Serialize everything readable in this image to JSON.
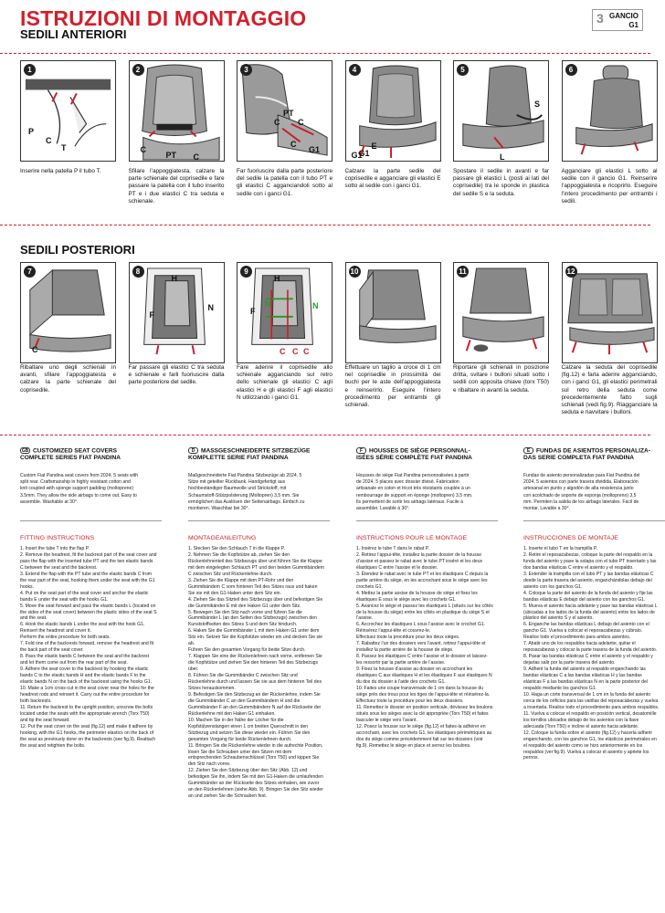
{
  "header": {
    "title": "ISTRUZIONI DI MONTAGGIO",
    "subtitle": "SEDILI ANTERIORI",
    "badge": "GANCIO\nG1",
    "badge_icon": "3"
  },
  "front_panels": [
    {
      "num": "1",
      "caption": "Inserire nella patella P il tubo T."
    },
    {
      "num": "2",
      "caption": "Sfilare l’appoggiatesta, calzare la parte schienale del coprisedile e fare passare la patella con il tubo inserito PT e i due elastici C tra seduta e schienale."
    },
    {
      "num": "3",
      "caption": "Far fuoriuscire dalla parte posteriore del sedile la patella con il tubo PT e gli elastici C agganciandoli sotto al sedile con i ganci G1."
    },
    {
      "num": "4",
      "caption": "Calzare la parte sedile del coprisedile e agganciare gli elastici E sotto al sedile con i ganci G1."
    },
    {
      "num": "5",
      "caption": "Spostare il sedile in avanti e far passare gli elastici L (posti ai lati del coprisedile) tra le sponde in plastica del sedile S e la seduta."
    },
    {
      "num": "6",
      "caption": "Agganciare gli elastici L sotto al sedile con il gancio G1. Reinserire l’appoggiatesta e ricoprirlo. Eseguire l’intero procedimento per entrambi i sedili."
    }
  ],
  "rear_section": {
    "title": "SEDILI POSTERIORI"
  },
  "rear_panels": [
    {
      "num": "7",
      "caption": "Ribaltare uno degli schienali in avanti, sfilare l’appoggiatesta e calzare la parte schienale del coprisedile."
    },
    {
      "num": "8",
      "caption": "Far passare gli elastici C tra seduta e schienale e farli fuoriuscire dalla parte posteriore del sedile."
    },
    {
      "num": "9",
      "caption": "Fare aderire il coprisedile allo schienale agganciando sul retro dello schienale gli elastici C agli elastici H e gli elastici F agli elastici N utilizzando i ganci G1."
    },
    {
      "num": "10",
      "caption": "Effettuare un taglio a croce di 1 cm nel coprisedile in prossimità dei buchi per le aste dell’appoggiatesta e reinserirlo. Eseguire l’intero procedimento per entrambi gli schienali."
    },
    {
      "num": "11",
      "caption": "Riportare gli schienali in posizione dritta, svitare i bulloni situati sotto i sedili con apposita chiave (torx T50) e ribaltare in avanti la seduta."
    },
    {
      "num": "12",
      "caption": "Calzare la seduta del coprisedile (fig.12) e farla aderire agganciando, con i ganci G1, gli elastici perimetrali sul retro della seduta come precedentemente fatto sugli schienali (vedi fig.9). Riagganciare la seduta e riavvitare i bulloni."
    }
  ],
  "labels": {
    "p1": [
      "P",
      "C",
      "T"
    ],
    "p2": [
      "C",
      "PT",
      "C"
    ],
    "p3": [
      "PT",
      "C",
      "C",
      "C",
      "G1"
    ],
    "p4": [
      "G1",
      "E",
      "G1"
    ],
    "p5": [
      "S",
      "L"
    ],
    "p8": [
      "H",
      "F",
      "N"
    ],
    "p9": [
      "H",
      "N",
      "F",
      "N",
      "C",
      "C",
      "C"
    ],
    "p7": [
      "C"
    ]
  },
  "languages": [
    {
      "flag": "GB",
      "heading": "CUSTOMIZED SEAT COVERS\nCOMPLETE SERIES FIAT PANDINA",
      "intro": "Custom Fiat Pandina seat covers from 2024, 5 seats with split rear. Craftsmanship in highly resistant cotton and knit coupled with sponge support padding (moltoprene) 3.5mm. They allow the side airbags to come out. Easy to assemble. Washable at 30°.",
      "fit_title": "FITTING INSTRUCTIONS",
      "steps": "1. Insert the tube T into the flap P.\n2. Remove the headrest, fit the backrest part of the seat cover and pass the flap with the inserted tube PT and the two elastic bands C between the seat and the backrest.\n3. Extend the flap with the PT tube and the elastic bands C from the rear part of the seat, hooking them under the seat with the G1 hooks.\n4. Put on the seat part of the seat cover and anchor the elastic bands E under the seat with the hooks G1.\n5. Move the seat forward and pass the elastic bands L (located on the sides of the seat cover) between the plastic sides of the seat S and the seat.\n6. Hook the elastic bands L under the seat with the hook G1. Reinsert the headrest and cover it.\nPerform the entire procedure for both seats.\n7. Fold one of the backrests forward, remove the headrest and fit the back part of the seat cover.\n8. Pass the elastic bands C between the seat and the backrest and let them come out from the rear part of the seat.\n9. Adhere the seat cover to the backrest by hooking the elastic bands C to the elastic bands H and the elastic bands F to the elastic bands N on the back of the backrest using the hooks G1.\n10. Make a 1cm cross-cut in the seat cover near the holes for the headrest rods and reinsert it. Carry out the entire procedure for both backrests.\n11. Return the backrest to the upright position, unscrew the bolts located under the seats with the appropriate wrench (Torx T50) and tip the seat forward.\n12. Put the seat cover on the seat (fig.12) and make it adhere by hooking, with the G1 hooks, the perimeter elastics on the back of the seat as previously done on the backrests (see fig.9). Reattach the seat and retighten the bolts."
    },
    {
      "flag": "D",
      "heading": "MASSGESCHNEIDERTE SITZBEZÜGE\nKOMPLETTE SERIE FIAT PANDINA",
      "intro": "Maßgeschneiderte Fiat Pandina Sitzbezüge ab 2024, 5 Sitze mit geteilter Rückbank. Handgefertigt aus hochbeständiger Baumwolle und Strickstoff, mit Schaumstoff-Stützpolsterung (Moltopren) 3,5 mm. Sie ermöglichen das Auslösen der Seitenairbags. Einfach zu montieren. Waschbar bei 30°.",
      "fit_title": "MONTAGEANLEITUNG",
      "steps": "1. Stecken Sie den Schlauch T in die Klappe P.\n2. Nehmen Sie die Kopfstütze ab, ziehen Sie den Rückenlehnenteil des Sitzbezugs über und führen Sie die Klappe mit dem eingelegten Schlauch PT und den beiden Gummibändern C zwischen Sitz und Rückenlehne durch.\n3. Ziehen Sie die Klappe mit dem PT-Rohr und den Gummibändern C vom hinteren Teil des Sitzes raus und haken Sie sie mit den G1-Haken unter dem Sitz ein.\n4. Ziehen Sie das Sitzteil des Sitzbezugs über und befestigen Sie die Gummibänder E mit den Haken G1 unter dem Sitz.\n5. Bewegen Sie den Sitz nach vorne und führen Sie die Gummibänder L (an den Seiten des Sitzbezugs) zwischen den Kunststoffseiten des Sitzes S und dem Sitz hindurch.\n6. Haken Sie die Gummibänder L mit dem Haken G1 unter dem Sitz ein. Setzen Sie die Kopfstütze wieder ein und decken Sie sie ab.\nFühren Sie den gesamten Vorgang für beide Sitze durch.\n7. Klappen Sie eine der Rückenlehnen nach vorne, entfernen Sie die Kopfstütze und ziehen Sie den hinteren Teil des Sitzbezugs über.\n8. Führen Sie die Gummibänder C zwischen Sitz und Rückenlehne durch und lassen Sie sie aus dem hinteren Teil des Sitzes herauskommen.\n9. Befestigen Sie den Sitzbezug an der Rückenlehne, indem Sie die Gummibänder C an den Gummibändern H und die Gummibänder F an den Gummibändern N auf der Rückseite der Rückenlehne mit den Haken G1 einhaken.\n10. Machen Sie in der Nähe der Löcher für die Kopfstützenstangen einen 1 cm breiten Querschnitt in den Sitzbezug und setzen Sie diese wieder ein. Führen Sie den gesamten Vorgang für beide Rückenlehnen durch.\n11. Bringen Sie die Rückenlehne wieder in die aufrechte Position, lösen Sie die Schrauben unter den Sitzen mit dem entsprechenden Schraubenschlüssel (Torx T50) und kippen Sie den Sitz nach vorne.\n12. Ziehen Sie den Sitzbezug über den Sitz (Abb. 12) und befestigen Sie ihn, indem Sie mit den G1-Haken die umlaufenden Gummibänder an der Rückseite des Sitzes einhaken, wie zuvor an den Rückenlehnen (siehe Abb. 9). Bringen Sie den Sitz wieder an und ziehen Sie die Schrauben fest."
    },
    {
      "flag": "F",
      "heading": "HOUSSES DE SIÈGE PERSONNAL-\nISÉES SÉRIE COMPLÈTE FIAT PANDINA",
      "intro": "Housses de siège Fiat Pandina personnalisées à partir de 2024, 5 places avec dossier divisé. Fabrication artisanale en coton et tricot très résistants couplée à un rembourrage de support en éponge (moltopren) 3,5 mm. Ils permettent de sortir les airbags latéraux. Facile à assembler. Lavable à 30°.",
      "fit_title": "INSTRUCTIONS POUR LE MONTAGE",
      "steps": "1. Insérez le tube T dans le rabat P.\n2. Retirez l’appui-tête, installez la partie dossier de la housse d’assise et passez le rabat avec le tube PT inséré et les deux élastiques C entre l’assise et le dossier.\n3. Étendez le rabat avec le tube PT et les élastiques C depuis la partie arrière du siège, en les accrochant sous le siège avec les crochets G1.\n4. Mettez la partie assise de la housse de siège et fixez les élastiques E sous le siège avec les crochets G1.\n5. Avancez le siège et passez les élastiques L (situés sur les côtés de la housse du siège) entre les côtés en plastique du siège S et l’assise.\n6. Accrochez les élastiques L sous l’assise avec le crochet G1. Réinsérez l’appui-tête et couvrez-le.\nEffectuez toute la procédure pour les deux sièges.\n7. Rabattez l’un des dossiers vers l’avant, retirez l’appui-tête et installez la partie arrière de la housse de siège.\n8. Passez les élastiques C entre l’assise et le dossier et laissez-les ressortir par la partie arrière de l’assise.\n9. Fixez la housse d’assise au dossier en accrochant les élastiques C aux élastiques H et les élastiques F aux élastiques N du dos du dossier à l’aide des crochets G1.\n10. Faites une coupe transversale de 1 cm dans la housse du siège près des trous pour les tiges de l’appui-tête et réinsérez-la. Effectuez toute la procédure pour les deux dossiers.\n11. Remettez le dossier en position verticale, dévissez les boulons situés sous les sièges avec la clé appropriée (Torx T50) et faites basculer le siège vers l’avant.\n12. Posez la housse sur le siège (fig.12) et faites-la adhérer en accrochant, avec les crochets G1, les élastiques périmétriques au dos du siège comme précédemment fait sur les dossiers (voir fig.9). Remettez le siège en place et serrez les boulons."
    },
    {
      "flag": "E",
      "heading": "FUNDAS DE ASIENTOS PERSONALIZA-\nDAS SERIE COMPLETA FIAT PANDINA",
      "intro": "Fundas de asiento personalizadas para Fiat Pandina del 2024, 5 asientos con parte trasera dividida. Elaboración artesanal en punto y algodón de alta resistencia junto con acolchado de soporte de esponja (moltopreno) 3,5 mm. Permiten la salida de los airbags laterales. Fácil de montar. Lavable a 30°.",
      "fit_title": "INSTRUCCIONES DE MONTAJE",
      "steps": "1. Inserte el tubo T en la trampilla P.\n2. Retire el reposacabezas, coloque la parte del respaldo en la funda del asiento y pase la solapa con el tubo PT insertado y las dos bandas elásticas C entre el asiento y el respaldo.\n3. Extender la trampilla con el tubo PT y las bandas elásticas C desde la parte trasera del asiento, enganchándolas debajo del asiento con los ganchos G1.\n4. Coloque la parte del asiento de la funda del asiento y fije las bandas elásticas E debajo del asiento con los ganchos G1.\n5. Mueva el asiento hacia adelante y pase las bandas elásticas L (ubicadas a los lados de la funda del asiento) entre los lados de plástico del asiento S y el asiento.\n6. Enganche las bandas elásticas L debajo del asiento con el gancho G1. Vuelva a colocar el reposacabezas y cúbralo.\nRealice todo el procedimiento para ambos asientos.\n7. Abatir uno de los respaldos hacia adelante, quitar el reposacabezas y colocar la parte trasera de la funda del asiento.\n8. Pasar las bandas elásticas C entre el asiento y el respaldo y dejarlas salir por la parte trasera del asiento.\n9. Adherir la funda del asiento al respaldo enganchando las bandas elásticas C a las bandas elásticas H y las bandas elásticas F a las bandas elásticas N en la parte posterior del respaldo mediante los ganchos G1.\n10. Haga un corte transversal de 1 cm en la funda del asiento cerca de los orificios para las varillas del reposacabezas y vuelva a insertarla. Realice todo el procedimiento para ambos respaldos.\n11. Vuelva a colocar el respaldo en posición vertical, desatornille los tornillos ubicados debajo de los asientos con la llave adecuada (Torx T50) e incline el asiento hacia adelante.\n12. Coloque la funda sobre el asiento (fig.12) y hacerla adherir enganchando, con los ganchos G1, los elásticos perimetrales en el respaldo del asiento como se hizo anteriormente en los respaldos (ver fig.9). Vuelva a colocar el asiento y apriete los pernos."
    }
  ],
  "colors": {
    "accent": "#d21f2b",
    "green": "#2a9a2a",
    "seat": "#8e8e8e",
    "seat_light": "#c8c8c8"
  }
}
